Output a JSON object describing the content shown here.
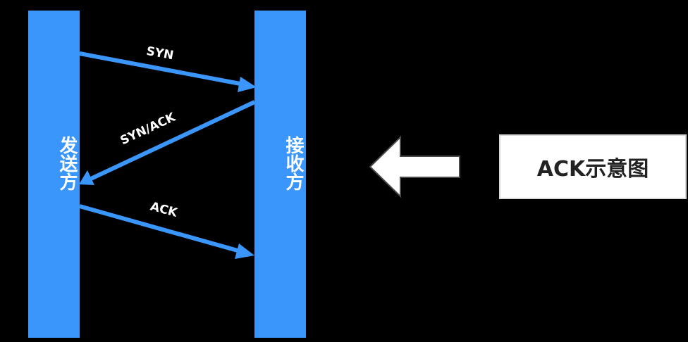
{
  "participants": {
    "sender": "发送方",
    "receiver": "接收方"
  },
  "messages": [
    {
      "label": "SYN",
      "from": "sender",
      "to": "receiver"
    },
    {
      "label": "SYN/ACK",
      "from": "receiver",
      "to": "sender"
    },
    {
      "label": "ACK",
      "from": "sender",
      "to": "receiver"
    }
  ],
  "note": {
    "text": "ACK示意图"
  },
  "colors": {
    "background": "#000000",
    "lane": "#3a96fb",
    "arrow": "#3a96fb",
    "pointer_fill": "#ffffff",
    "pointer_stroke": "#4a4a4a"
  }
}
